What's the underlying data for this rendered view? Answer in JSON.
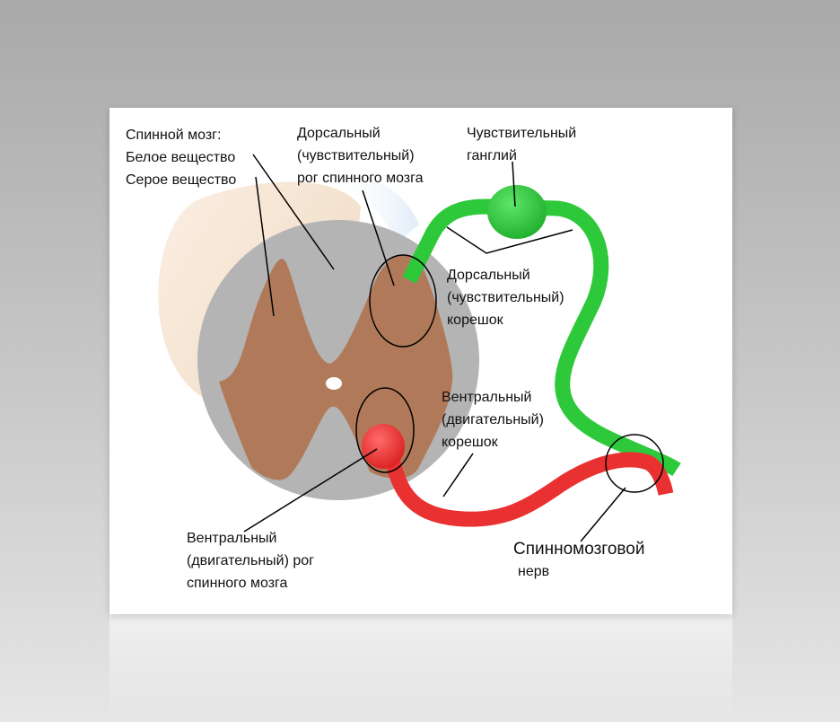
{
  "diagram": {
    "labels": {
      "spinal_cord": {
        "title": "Спинной мозг:",
        "white_matter": "Белое вещество",
        "gray_matter": "Серое вещество"
      },
      "dorsal_horn": [
        "Дорсальный",
        "(чувствительный)",
        "рог спинного мозга"
      ],
      "sensory_ganglion": [
        "Чувствительный",
        "ганглий"
      ],
      "dorsal_root": [
        "Дорсальный",
        "(чувствительный)",
        "корешок"
      ],
      "ventral_root": [
        "Вентральный",
        "(двигательный)",
        "корешок"
      ],
      "ventral_horn": [
        "Вентральный",
        "(двигательный) рог",
        "спинного мозга"
      ],
      "spinal_nerve": {
        "line1": "Спинномозговой",
        "line2": "нерв"
      }
    },
    "colors": {
      "white_matter": "#b4b4b4",
      "gray_matter": "#b07a5a",
      "dorsal_root": "#2dc93a",
      "ventral_root": "#ea3131",
      "cylinder": "#f4e6d6"
    }
  }
}
